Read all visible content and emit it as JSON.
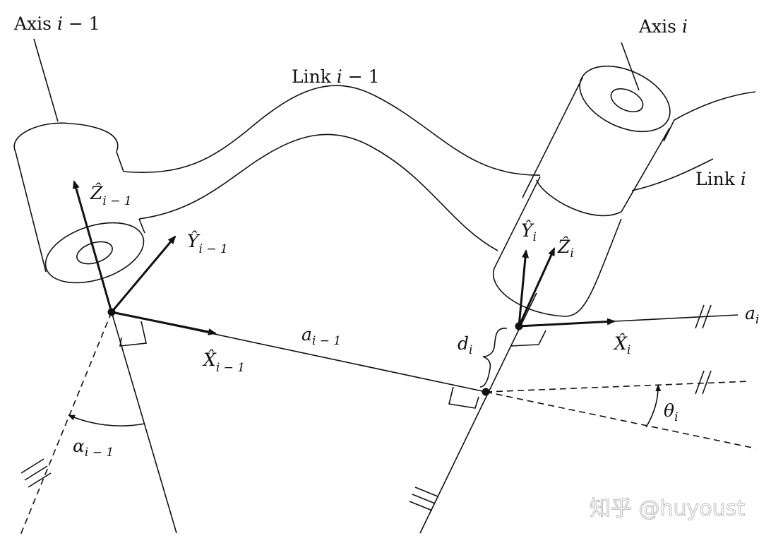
{
  "labels": {
    "axis_prev": {
      "main": "Axis ",
      "var": "i",
      "rest": " − 1"
    },
    "axis_cur": {
      "main": "Axis ",
      "var": "i"
    },
    "link_prev": {
      "main": "Link ",
      "var": "i",
      "rest": " − 1"
    },
    "link_cur": {
      "main": "Link ",
      "var": "i"
    },
    "z_prev": {
      "sym": "Ẑ",
      "sub": "i − 1"
    },
    "y_prev": {
      "sym": "Ŷ",
      "sub": "i − 1"
    },
    "x_prev": {
      "sym": "X̂",
      "sub": "i − 1"
    },
    "a_prev": {
      "sym": "a",
      "sub": "i − 1"
    },
    "alpha_prev": {
      "sym": "α",
      "sub": "i − 1"
    },
    "d_cur": {
      "sym": "d",
      "sub": "i"
    },
    "y_cur": {
      "sym": "Ŷ",
      "sub": "i"
    },
    "z_cur": {
      "sym": "Ẑ",
      "sub": "i"
    },
    "x_cur": {
      "sym": "X̂",
      "sub": "i"
    },
    "a_cur": {
      "sym": "a",
      "sub": "i"
    },
    "theta_cur": {
      "sym": "θ",
      "sub": "i"
    }
  },
  "watermark": "知乎 @huyoust"
}
